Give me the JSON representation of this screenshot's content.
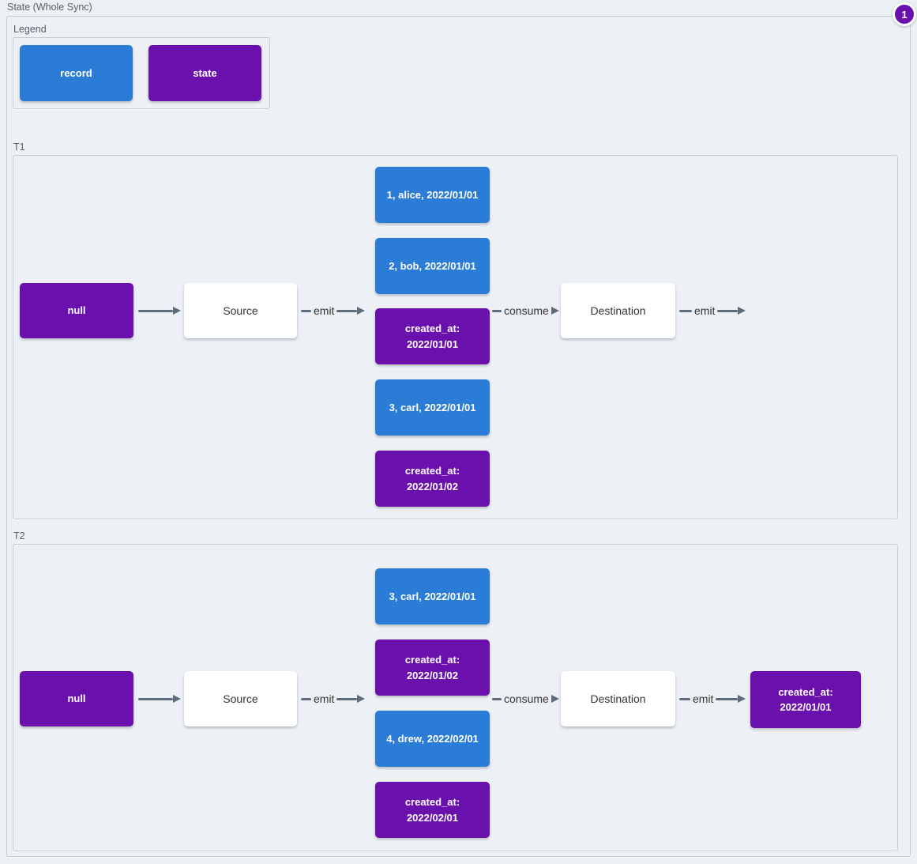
{
  "title": "State (Whole Sync)",
  "badge": {
    "label": "1"
  },
  "colors": {
    "record_blue": "#2b7cd6",
    "state_purple": "#6a10ad",
    "arrow_gray": "#5e6c7b",
    "background": "#edf0f5",
    "plain_node": "#ffffff"
  },
  "legend": {
    "label": "Legend",
    "items": [
      {
        "text": "record",
        "type": "record"
      },
      {
        "text": "state",
        "type": "state"
      }
    ]
  },
  "t1": {
    "label": "T1",
    "input_state": {
      "text": "null",
      "type": "state"
    },
    "source": "Source",
    "emit_label": "emit",
    "records": [
      {
        "text": "1, alice, 2022/01/01",
        "type": "record"
      },
      {
        "text": "2, bob, 2022/01/01",
        "type": "record"
      },
      {
        "text": "created_at:\n2022/01/01",
        "type": "state"
      },
      {
        "text": "3, carl, 2022/01/01",
        "type": "record"
      },
      {
        "text": "created_at:\n2022/01/02",
        "type": "state"
      }
    ],
    "consume_label": "consume",
    "destination": "Destination",
    "emit_out_label": "emit"
  },
  "t2": {
    "label": "T2",
    "input_state": {
      "text": "null",
      "type": "state"
    },
    "source": "Source",
    "emit_label": "emit",
    "records": [
      {
        "text": "3, carl, 2022/01/01",
        "type": "record"
      },
      {
        "text": "created_at:\n2022/01/02",
        "type": "state"
      },
      {
        "text": "4, drew, 2022/02/01",
        "type": "record"
      },
      {
        "text": "created_at:\n2022/02/01",
        "type": "state"
      }
    ],
    "consume_label": "consume",
    "destination": "Destination",
    "emit_out_label": "emit",
    "output_state": {
      "text": "created_at:\n2022/01/01",
      "type": "state"
    }
  }
}
